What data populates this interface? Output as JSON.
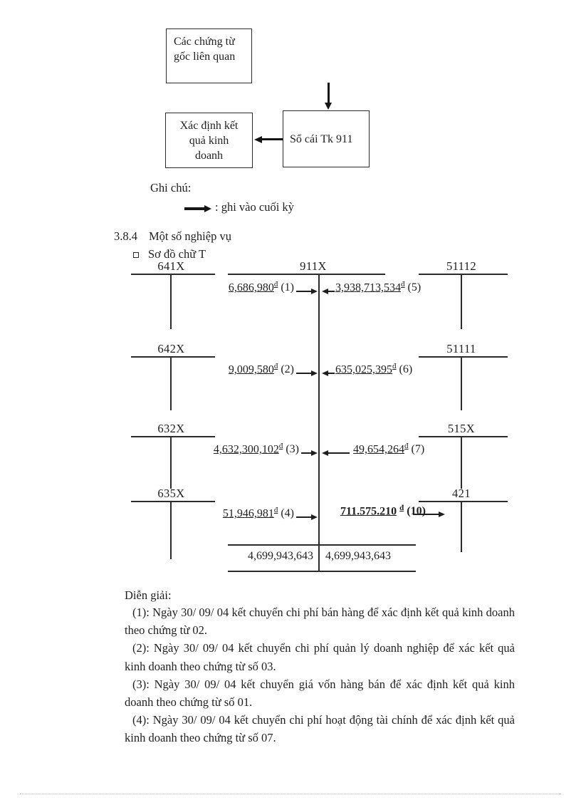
{
  "flowchart": {
    "box_source": "Các chứng từ gốc liên quan",
    "box_ledger": "Sổ cái Tk 911",
    "box_result": "Xác định kết quả kinh doanh",
    "legend_label": "Ghi chú:",
    "legend_text": ": ghi vào cuối kỳ"
  },
  "section": {
    "number": "3.8.4",
    "title": "Một số nghiệp vụ",
    "bullet_label": "Sơ đồ chữ T"
  },
  "t_diagram": {
    "center_account": "911X",
    "debits": [
      {
        "account": "641X",
        "amount": "6,686,980",
        "cur": "đ",
        "ref": "(1)"
      },
      {
        "account": "642X",
        "amount": "9,009,580",
        "cur": "đ",
        "ref": "(2)"
      },
      {
        "account": "632X",
        "amount": "4,632,300,102",
        "cur": "đ",
        "ref": "(3)"
      },
      {
        "account": "635X",
        "amount": "51,946,981",
        "cur": "đ",
        "ref": "(4)"
      }
    ],
    "credits": [
      {
        "account": "51112",
        "amount": "3,938,713,534",
        "cur": "đ",
        "ref": "(5)"
      },
      {
        "account": "51111",
        "amount": "635,025,395",
        "cur": "đ",
        "ref": "(6)"
      },
      {
        "account": "515X",
        "amount": "49,654,264",
        "cur": "đ",
        "ref": "(7)"
      },
      {
        "account": "421",
        "amount": "711.575.210",
        "cur": "đ",
        "ref": "(10)"
      }
    ],
    "total_left": "4,699,943,643",
    "total_right": "4,699,943,643"
  },
  "explanation": {
    "title": "Diễn giải:",
    "items": [
      "(1): Ngày 30/ 09/ 04 kết chuyển chi phí bán hàng để xác định kết quả kinh doanh theo chứng từ 02.",
      "(2): Ngày 30/ 09/ 04 kết chuyển chi phí quản lý doanh nghiệp để xác kết quả kinh doanh theo chứng từ số 03.",
      "(3): Ngày 30/ 09/ 04 kết chuyển giá vốn hàng bán để xác định kết quả kinh doanh theo chứng từ số 01.",
      "(4): Ngày 30/ 09/ 04 kết chuyển chi phí hoạt động tài chính để xác định kết quả kinh doanh theo chứng từ số 07."
    ]
  }
}
